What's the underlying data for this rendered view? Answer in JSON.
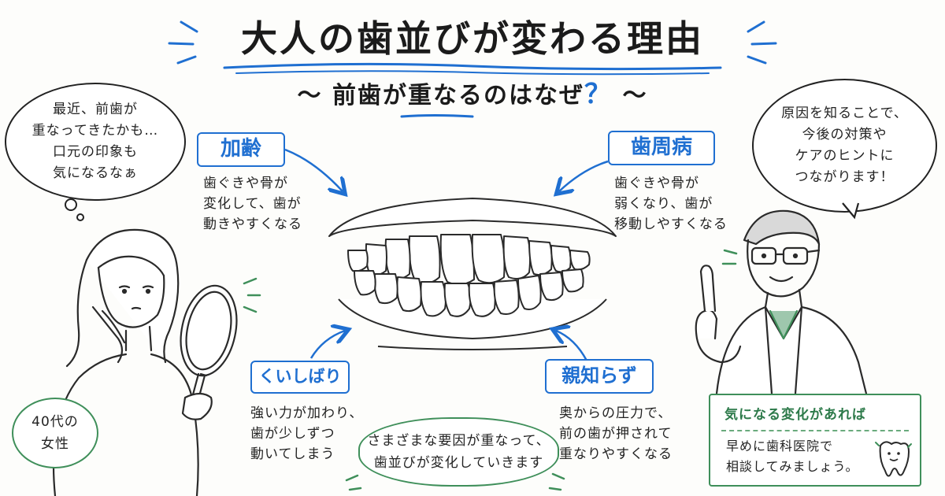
{
  "title": "大人の歯並びが変わる理由",
  "subtitle": {
    "prefix": "〜 前歯が重なるのはなぜ",
    "question_mark": "？",
    "suffix": " 〜"
  },
  "woman_bubble": {
    "lines": [
      "最近、前歯が",
      "重なってきたかも…",
      "口元の印象も",
      "気になるなぁ"
    ]
  },
  "woman_label": {
    "lines": [
      "40代の",
      "女性"
    ]
  },
  "doctor_bubble": {
    "lines": [
      "原因を知ることで、",
      "今後の対策や",
      "ケアのヒントに",
      "つながります！"
    ]
  },
  "factors": {
    "aging": {
      "label": "加齢",
      "desc": [
        "歯ぐきや骨が",
        "変化して、歯が",
        "動きやすくなる"
      ]
    },
    "periodontal": {
      "label": "歯周病",
      "desc": [
        "歯ぐきや骨が",
        "弱くなり、歯が",
        "移動しやすくなる"
      ]
    },
    "clenching": {
      "label": "くいしばり",
      "desc": [
        "強い力が加わり、",
        "歯が少しずつ",
        "動いてしまう"
      ]
    },
    "wisdom": {
      "label": "親知らず",
      "desc": [
        "奥からの圧力で、",
        "前の歯が押されて",
        "重なりやすくなる"
      ]
    }
  },
  "center_note": {
    "lines": [
      "さまざまな要因が重なって、",
      "歯並びが変化していきます"
    ]
  },
  "tip": {
    "heading": "気になる変化があれば",
    "body": [
      "早めに歯科医院で",
      "相談してみましょう。"
    ]
  },
  "colors": {
    "accent_blue": "#1f6fd1",
    "accent_green": "#3f8f5a",
    "ink": "#222222"
  }
}
